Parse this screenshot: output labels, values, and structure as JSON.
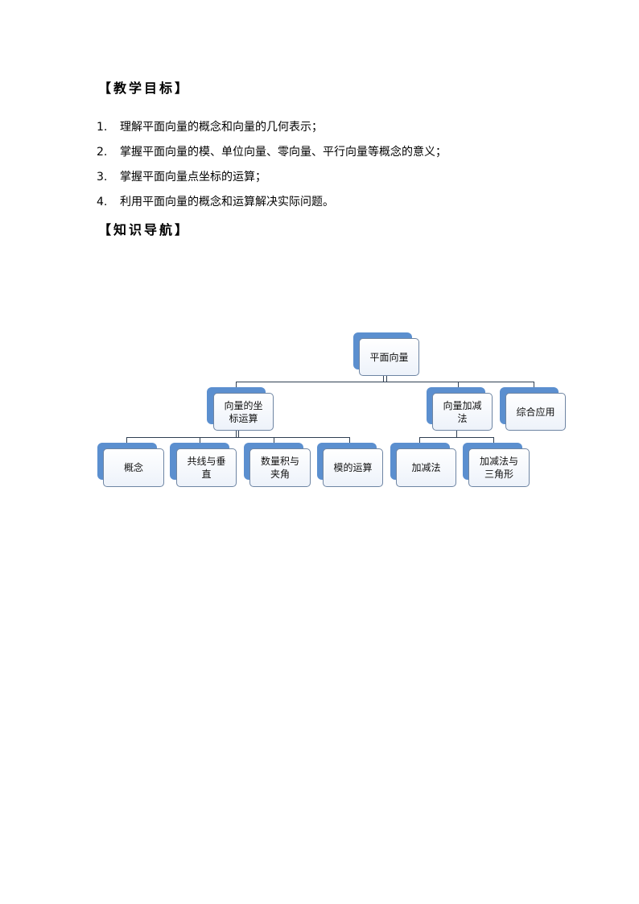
{
  "sections": {
    "objectives_title": "【教学目标】",
    "navigation_title": "【知识导航】"
  },
  "objectives": [
    {
      "num": "1.",
      "text": "理解平面向量的概念和向量的几何表示；"
    },
    {
      "num": "2.",
      "text": "掌握平面向量的模、单位向量、零向量、平行向量等概念的意义；"
    },
    {
      "num": "3.",
      "text": "掌握平面向量点坐标的运算；"
    },
    {
      "num": "4.",
      "text": "利用平面向量的概念和运算解决实际问题。"
    }
  ],
  "diagram": {
    "root": "平面向量",
    "level1": [
      "向量的坐标运算",
      "向量加减法",
      "综合应用"
    ],
    "coord_children": [
      "概念",
      "共线与垂直",
      "数量积与夹角",
      "模的运算"
    ],
    "addsub_children": [
      "加减法",
      "加减法与三角形"
    ],
    "colors": {
      "back": "#5b8fcf",
      "front": "#edf2fa",
      "border": "#6e85a3",
      "line": "#2f3f52"
    }
  }
}
